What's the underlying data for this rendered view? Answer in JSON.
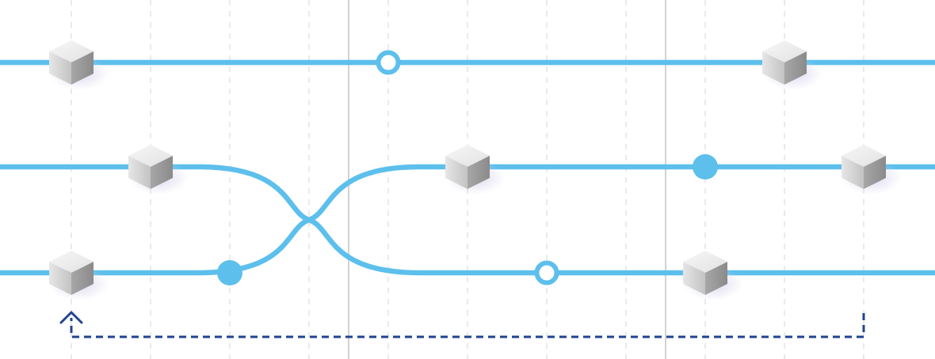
{
  "colors": {
    "background": "#ffffff",
    "wire": "#5dbfec",
    "dashed_gridline": "#dcdcdc",
    "separator": "#b9b9b9",
    "feedback_arrow": "#21438f",
    "cube_top": "#eeeeee",
    "cube_left": "#d4d4d4",
    "cube_right": "#9e9e9e",
    "cube_shadow": "#e2dff0"
  },
  "diagram": {
    "qubit_count": 3,
    "column_count": 11,
    "separator_after_columns": [
      3,
      7
    ],
    "gates": [
      {
        "type": "cube",
        "qubit": 0,
        "column": 0
      },
      {
        "type": "cube",
        "qubit": 2,
        "column": 0
      },
      {
        "type": "cube",
        "qubit": 1,
        "column": 1
      },
      {
        "type": "filled-dot",
        "qubit": 2,
        "column": 2
      },
      {
        "type": "swap",
        "qubits": [
          1,
          2
        ],
        "between_columns": [
          2,
          4
        ]
      },
      {
        "type": "hollow-dot",
        "qubit": 0,
        "column": 4
      },
      {
        "type": "cube",
        "qubit": 1,
        "column": 5
      },
      {
        "type": "hollow-dot",
        "qubit": 2,
        "column": 6
      },
      {
        "type": "filled-dot",
        "qubit": 1,
        "column": 8
      },
      {
        "type": "cube",
        "qubit": 2,
        "column": 8
      },
      {
        "type": "cube",
        "qubit": 0,
        "column": 9
      },
      {
        "type": "cube",
        "qubit": 1,
        "column": 10
      }
    ],
    "feedback_loop": {
      "from_column": 10,
      "to_column": 0,
      "style": "dashed",
      "arrowhead": "chevron-up"
    }
  }
}
